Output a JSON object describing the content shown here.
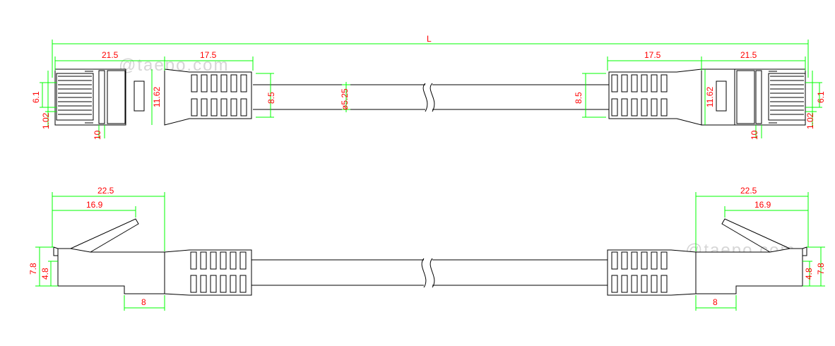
{
  "watermark": "@taepo.com",
  "colors": {
    "outline": "#000000",
    "dimension": "#00ff00",
    "label": "#ff0000",
    "watermark": "#d6d6d6"
  },
  "top_view": {
    "overall_length": "L",
    "plug_length": "21.5",
    "boot_length": "17.5",
    "plug_width": "11.62",
    "boot_end_width": "8.5",
    "cable_diameter": "ø5.25",
    "contact_width": "6.1",
    "contact_offset": "1.02",
    "latch_width": "10"
  },
  "side_view": {
    "plug_length": "22.5",
    "latch_length": "16.9",
    "plug_height": "7.8",
    "body_height": "4.8",
    "tab_length": "8"
  }
}
